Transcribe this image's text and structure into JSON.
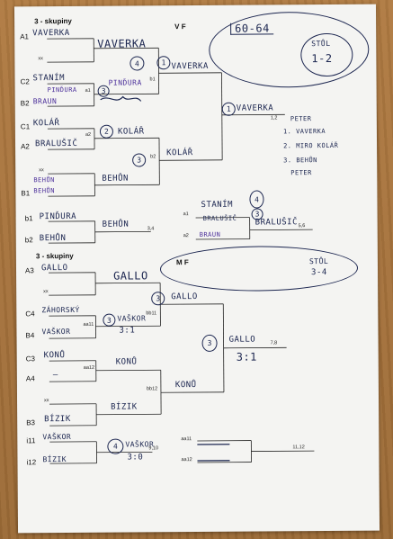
{
  "sheet": {
    "group1_title": "3 - skupiny",
    "group2_title": "3 - skupiny",
    "stage_vf": "V F",
    "stage_mf": "M F",
    "score_box": "60-64",
    "table1_label": "STŮL",
    "table1_value": "1-2",
    "table2_label": "STŮL",
    "table2_value": "3-4"
  },
  "top_bracket": {
    "seeds": [
      "A1",
      "C2",
      "B2",
      "C1",
      "A2",
      "B1",
      "b1",
      "b2"
    ],
    "bye_labels": [
      "xx",
      "xx"
    ],
    "match_codes": [
      "a1",
      "b1",
      "a2",
      "b2",
      "1,2",
      "a1",
      "a2",
      "3,4",
      "5,6"
    ],
    "entries": [
      "VAVERKA",
      "STANÍM",
      "PINĎURA",
      "BRAUN",
      "KOLÁŘ",
      "BRALUŠIČ",
      "BEHŮN",
      "BEHŮN",
      "PINĎURA",
      "BEHŮN",
      "VAVERKA",
      "PINĎURA",
      "KOLÁŘ",
      "BEHŮN",
      "VAVERKA",
      "KOLÁŘ",
      "VAVERKA",
      "BEHŮN",
      "STANÍM",
      "BRALUŠIČ",
      "BRAUN",
      "BRALUŠIČ"
    ],
    "circles": [
      "1",
      "4",
      "3",
      "2",
      "3",
      "1",
      "4",
      "3"
    ],
    "notes": [
      "PETER",
      "1. VAVERKA",
      "2. MIRO KOLÁŘ",
      "3. BEHŮN",
      "PETER"
    ]
  },
  "bottom_bracket": {
    "seeds": [
      "A3",
      "C4",
      "B4",
      "C3",
      "A4",
      "B3",
      "i11",
      "i12"
    ],
    "bye_labels": [
      "xx",
      "xx"
    ],
    "match_codes": [
      "aa11",
      "bb11",
      "aa12",
      "bb12",
      "7,8",
      "9,10",
      "aa11",
      "aa12",
      "11,12"
    ],
    "entries": [
      "GALLO",
      "ZÁHORSKÝ",
      "VAŠKOR",
      "KONŮ",
      "—",
      "BÍZIK",
      "VAŠKOR",
      "BÍZIK",
      "GALLO",
      "VAŠKOR",
      "KONŮ",
      "BÍZIK",
      "GALLO",
      "KONŮ",
      "GALLO",
      "VAŠKOR"
    ],
    "scores": [
      "3:1",
      "3:1",
      "3:0"
    ],
    "circles": [
      "3",
      "3",
      "3",
      "4"
    ]
  }
}
